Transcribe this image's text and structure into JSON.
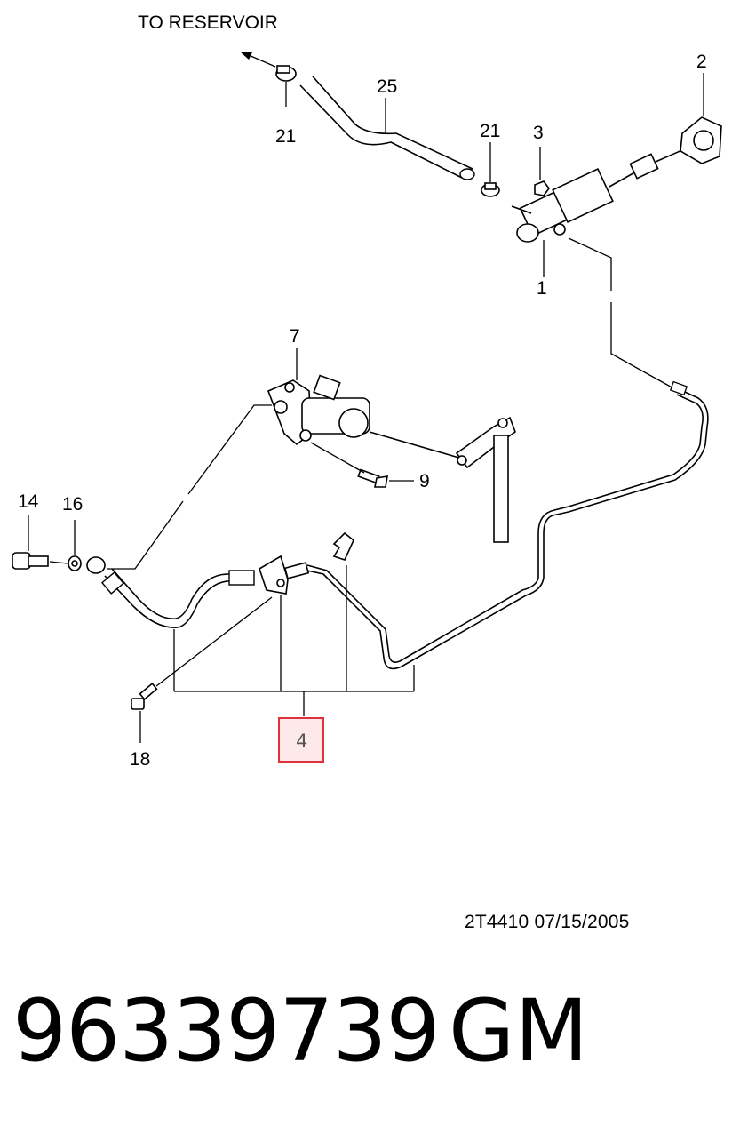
{
  "diagram": {
    "reservoir_label": "TO RESERVOIR",
    "callouts": {
      "p1": "1",
      "p2": "2",
      "p3": "3",
      "p4": "4",
      "p7": "7",
      "p9": "9",
      "p14": "14",
      "p16": "16",
      "p18": "18",
      "p21a": "21",
      "p21b": "21",
      "p25": "25"
    },
    "highlight_color": "#e0303a",
    "drawing_code": "2T4410  07/15/2005"
  },
  "footer": {
    "part_number": "96339739",
    "brand": "GM"
  }
}
